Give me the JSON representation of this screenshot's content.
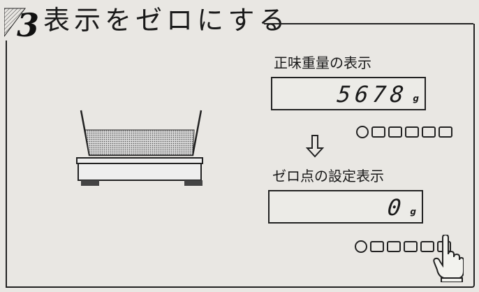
{
  "step": {
    "number": "3",
    "title": "表示をゼロにする"
  },
  "net_weight": {
    "label": "正味重量の表示",
    "readout": "5678",
    "unit": "g"
  },
  "zero_setting": {
    "label": "ゼロ点の設定表示",
    "readout": "0",
    "unit": "g"
  },
  "icons": {
    "arrow": "down-arrow-icon",
    "hand": "pointing-hand-icon",
    "scale": "scale-icon"
  }
}
